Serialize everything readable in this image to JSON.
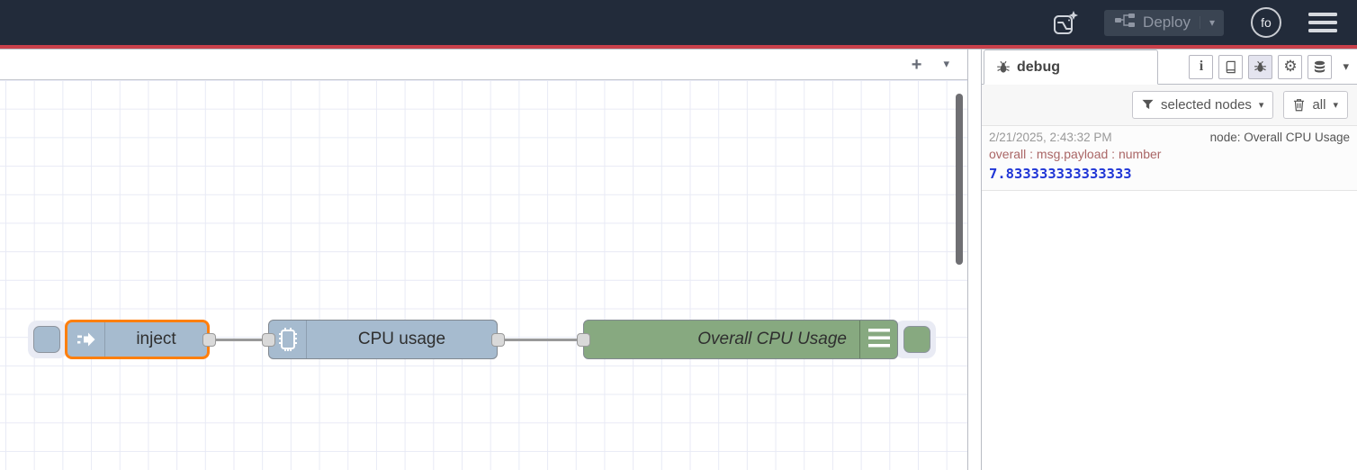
{
  "colors": {
    "header_bg": "#222b3a",
    "deploy_line_red": "#c9404a",
    "node_blue": "#a6bbcf",
    "node_green": "#87a980",
    "selection_orange": "#ff7f0e",
    "wire_gray": "#999999",
    "debug_property_red": "#aa6666",
    "debug_number_blue": "#2036d6"
  },
  "header": {
    "deploy_label": "Deploy",
    "avatar_initials": "fo"
  },
  "icons": {
    "plus": "+",
    "caret_down": "▾",
    "info": "i",
    "gear": "⚙"
  },
  "canvas": {
    "nodes": [
      {
        "type": "inject",
        "label": "inject",
        "selected": true
      },
      {
        "type": "cpu",
        "label": "CPU usage",
        "selected": false
      },
      {
        "type": "debug",
        "label": "Overall CPU Usage",
        "selected": false
      }
    ]
  },
  "sidebar": {
    "tab_label": "debug",
    "filter_label": "selected nodes",
    "clear_label": "all",
    "messages": [
      {
        "timestamp": "2/21/2025, 2:43:32 PM",
        "node": "node: Overall CPU Usage",
        "property": "overall : msg.payload : number",
        "value": "7.833333333333333"
      }
    ]
  }
}
